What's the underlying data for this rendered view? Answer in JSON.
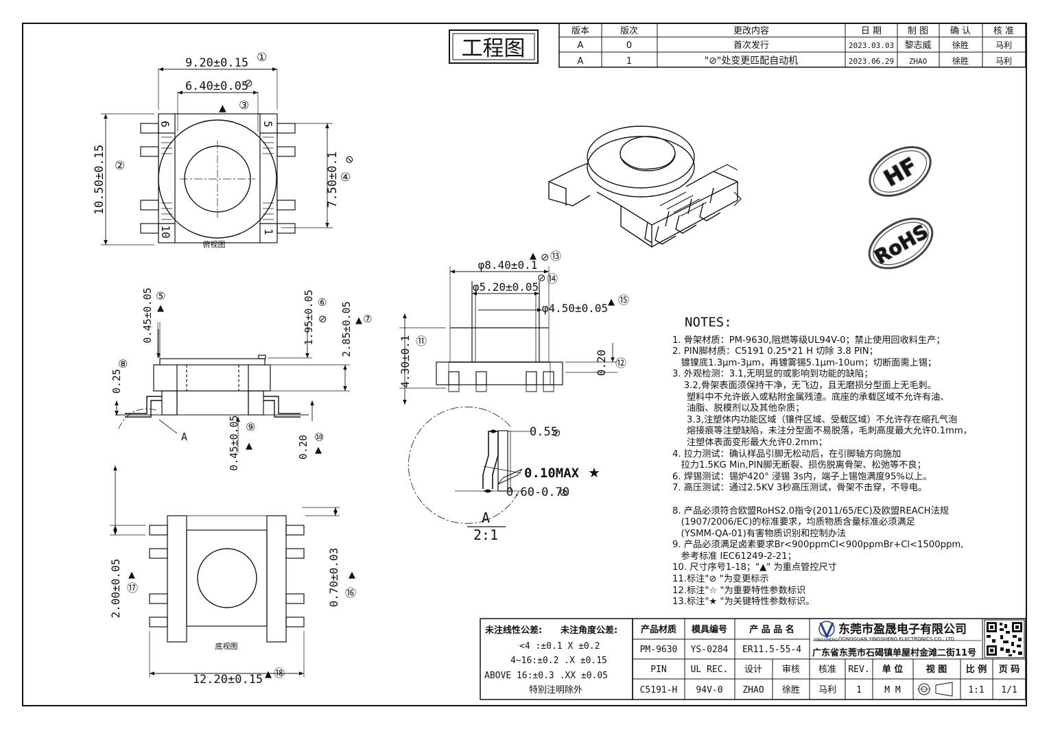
{
  "title_badge": "工程图",
  "revision_table": {
    "headers": [
      "版本",
      "版次",
      "更改内容",
      "日 期",
      "制 图",
      "确 认",
      "核 准"
    ],
    "rows": [
      [
        "A",
        "0",
        "首次发行",
        "2023.03.03",
        "黎志威",
        "徐胜",
        "马利"
      ],
      [
        "A",
        "1",
        "\"⊘\"处变更匹配自动机",
        "2023.06.29",
        "ZHAO",
        "徐胜",
        "马利"
      ]
    ]
  },
  "views": {
    "top_view_label": "俯视图",
    "bottom_view_label": "底视图",
    "detail_label": "A",
    "detail_scale": "2:1",
    "detail_callout": "A"
  },
  "pins": {
    "p6": "6",
    "p5": "5",
    "p10": "10",
    "p1": "1"
  },
  "dimensions": {
    "d1": "9.20±0.15",
    "d2": "10.50±0.15",
    "d3": "6.40±0.05",
    "d4": "7.50±0.1",
    "d5": "0.45±0.05",
    "d6": "1.95±0.05",
    "d7": "2.85±0.05",
    "d8": "0.25",
    "d9": "0.45±0.05",
    "d10": "0.20",
    "d11": "4.30±0.1",
    "d12": "0.20",
    "d13": "φ8.40±0.1",
    "d14": "φ5.20±0.05",
    "d15": "φ4.50±0.05",
    "d16": "0.70±0.03",
    "d17": "2.00±0.05",
    "d18": "12.20±0.15",
    "detail_a": "0.55",
    "detail_b": "0.60-0.70",
    "detail_flatness": "0.10MAX"
  },
  "callouts": [
    "①",
    "②",
    "③",
    "④",
    "⑤",
    "⑥",
    "⑦",
    "⑧",
    "⑨",
    "⑩",
    "⑪",
    "⑫",
    "⑬",
    "⑭",
    "⑮",
    "⑯",
    "⑰",
    "⑱"
  ],
  "symbols": {
    "changed": "⊘",
    "key": "★",
    "important": "▲"
  },
  "logos": {
    "hf": "HF",
    "rohs": "RoHS"
  },
  "notes": {
    "heading": "NOTES:",
    "lines": [
      "1. 骨架材质：PM-9630,阻燃等级UL94V-0；禁止使用回收料生产；",
      "2. PIN脚材质：C5191 0.25*21 H  切除 3.8 PIN；",
      "   镀镍底1.3μm-3μm，再镀雾锡5.1μm-10um；切断面需上锡；",
      "3. 外观检测：3.1,无明显的或影响到功能的缺陷；",
      "    3.2,骨架表面须保持干净，无飞边，且无磨损分型面上无毛刺。",
      "     塑料中不允许嵌入或粘附金属残渣。底座的承载区域不允许有油、",
      "     油脂、脱模剂以及其他杂质；",
      "     3.3,注塑体内功能区域（镶件区域、受载区域）不允许存在缩孔气泡",
      "     熔接痕等注塑缺陷，未注分型面不易脱落，毛刺高度最大允许0.1mm，",
      "     注塑体表面变形最大允许0.2mm；",
      "4. 拉力测试：确认样品引脚无松动后，在引脚轴方向施加",
      "   拉力1.5KG Min,PIN脚无断裂、损伤脱离骨架、松弛等不良；",
      "6. 焊锡测试：锡炉420° 浸锡 3s内，端子上锡饱满度95%以上。",
      "7. 高压测试：通过2.5KV 3秒高压测试，骨架不击穿，不导电。",
      "",
      "8. 产品必须符合欧盟RoHS2.0指令(2011/65/EC)及欧盟REACH法规",
      "   (1907/2006/EC)的标准要求，均质物质含量标准必须满足",
      "   (YSMM-QA-01)有害物质识别和控制办法",
      "9. 产品必须满足卤素要求Br<900ppmCl<900ppmBr+Cl<1500ppm,",
      "   参考标准 IEC61249-2-21；",
      "10. 尺寸序号1-18；\"▲\"  为重点管控尺寸",
      "11.标注\"⊘ \"为变更标示",
      "12.标注\"☆ \"为重要特性参数标识",
      "13.标注\"★ \"为关键特性参数标识。"
    ]
  },
  "tolerance": {
    "linear_title": "未注线性公差:",
    "angle_title": "未注角度公差:",
    "row1": "<4 :±0.1  X ±0.2",
    "row2": "4~16:±0.2  .X ±0.15",
    "row3": "ABOVE 16:±0.3  .XX ±0.05",
    "footer": "特别注明除外"
  },
  "title_block": {
    "material_label": "产品材质",
    "material_value": "PM-9630",
    "mold_label": "模具编号",
    "mold_value": "YS-0284",
    "product_label": "产 品 品 名",
    "product_value": "ER11.5-55-4",
    "pin_label": "PIN",
    "pin_value": "C5191-H",
    "ul_label": "UL REC.",
    "ul_value": "94V-0",
    "design_label": "设计",
    "design_value": "ZHAO",
    "review_label": "审核",
    "review_value": "徐胜",
    "approve_label": "核准",
    "approve_value": "马利",
    "rev_label": "REV.",
    "rev_value": "1",
    "unit_label": "单 位",
    "unit_value": "M M",
    "view_label": "视 图",
    "scale_label": "比 例",
    "scale_value": "1:1",
    "page_label": "页 码",
    "page_value": "1/1",
    "company_cn": "东莞市盈晟电子有限公司",
    "company_en": "DONGGUAN YINGSHENG ELECTRONICS CO., LTD",
    "logo_text": "YINGSHENG",
    "address": "广东省东莞市石碣镇单屋村金滩二街11号"
  }
}
